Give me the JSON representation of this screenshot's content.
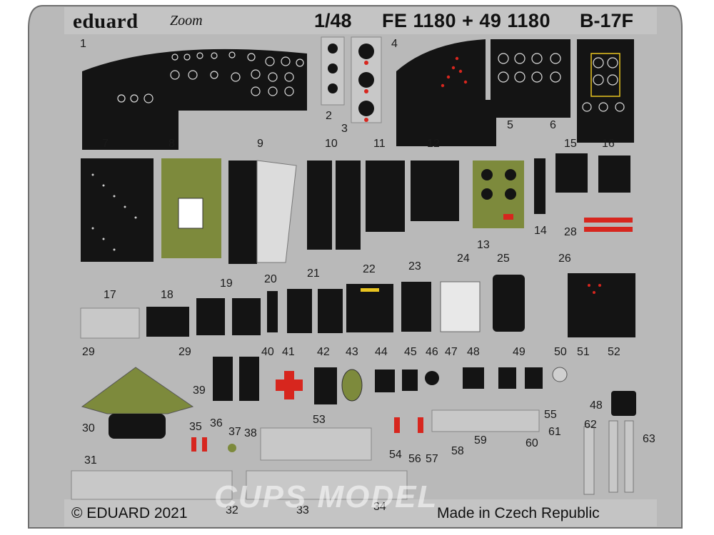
{
  "header": {
    "brand": "eduard",
    "brand_sub": "Zoom",
    "scale": "1/48",
    "set_numbers": "FE 1180 + 49 1180",
    "model": "B-17F"
  },
  "footer": {
    "copyright": "© EDUARD 2021",
    "origin": "Made in Czech Republic"
  },
  "watermark": "CUPS MODEL",
  "part_numbers": [
    "1",
    "2",
    "3",
    "4",
    "5",
    "6",
    "7",
    "8",
    "9",
    "10",
    "11",
    "12",
    "13",
    "14",
    "15",
    "16",
    "17",
    "18",
    "19",
    "20",
    "21",
    "22",
    "23",
    "24",
    "25",
    "26",
    "28",
    "29",
    "29",
    "30",
    "31",
    "32",
    "33",
    "34",
    "35",
    "36",
    "37",
    "38",
    "39",
    "40",
    "41",
    "42",
    "43",
    "44",
    "45",
    "46",
    "47",
    "48",
    "48",
    "49",
    "50",
    "51",
    "52",
    "53",
    "54",
    "55",
    "56",
    "57",
    "58",
    "59",
    "60",
    "61",
    "62",
    "63"
  ],
  "colors": {
    "fret": "#b9b9b9",
    "frame": "#7a7a7a",
    "panel_black": "#141414",
    "panel_green": "#7d8a3c",
    "red": "#d7261e",
    "white": "#ffffff"
  }
}
